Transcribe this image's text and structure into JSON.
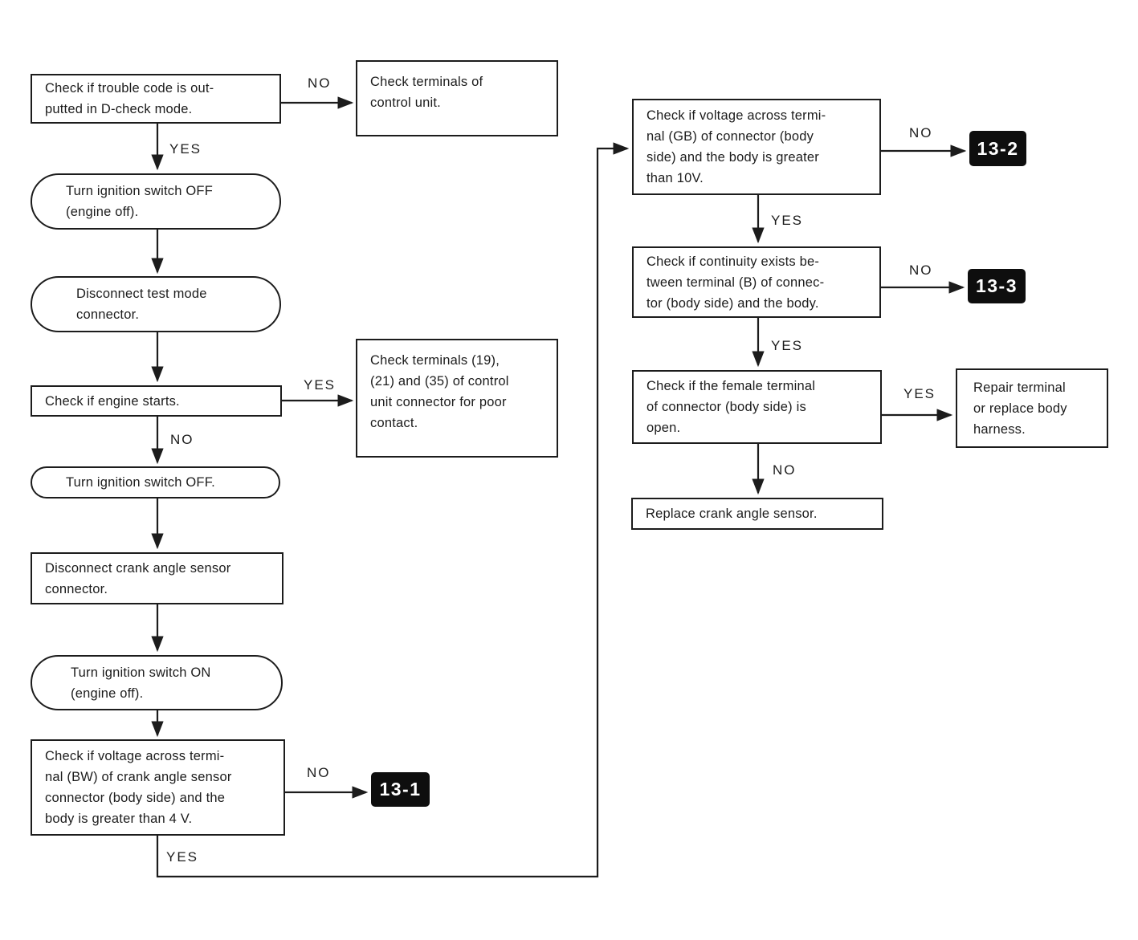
{
  "colors": {
    "ink": "#1c1c1c",
    "paper": "#ffffff",
    "badge_bg": "#0e0e0e",
    "badge_text": "#ffffff"
  },
  "nodes": {
    "trouble_code": {
      "shape": "rect",
      "lines": [
        "Check if trouble code is out-",
        "putted in D-check mode."
      ]
    },
    "check_terminals_control_unit": {
      "shape": "rect",
      "lines": [
        "Check terminals of",
        "control unit."
      ]
    },
    "ignition_off_engine_off": {
      "shape": "stadium",
      "lines": [
        "Turn ignition switch OFF",
        "(engine off)."
      ]
    },
    "disconnect_test_mode": {
      "shape": "stadium",
      "lines": [
        "Disconnect test mode",
        "connector."
      ]
    },
    "engine_starts": {
      "shape": "rect",
      "lines": [
        "Check if engine starts."
      ]
    },
    "check_terminals_19_21_35": {
      "shape": "rect",
      "lines": [
        "Check terminals (19),",
        "(21) and (35) of control",
        "unit connector for poor",
        "contact."
      ]
    },
    "ignition_off": {
      "shape": "stadium",
      "lines": [
        "Turn ignition switch OFF."
      ]
    },
    "disconnect_crank_sensor": {
      "shape": "rect",
      "lines": [
        "Disconnect crank angle sensor",
        "connector."
      ]
    },
    "ignition_on_engine_off": {
      "shape": "stadium",
      "lines": [
        "Turn ignition switch ON",
        "(engine off)."
      ]
    },
    "voltage_bw": {
      "shape": "rect",
      "lines": [
        "Check if voltage across termi-",
        "nal (BW) of crank angle sensor",
        "connector (body side) and the",
        "body is greater than 4 V."
      ]
    },
    "badge_13_1": {
      "shape": "badge",
      "text": "13-1"
    },
    "voltage_gb": {
      "shape": "rect",
      "lines": [
        "Check if voltage across termi-",
        "nal (GB) of connector (body",
        "side) and the body is greater",
        "than 10V."
      ]
    },
    "badge_13_2": {
      "shape": "badge",
      "text": "13-2"
    },
    "continuity_b": {
      "shape": "rect",
      "lines": [
        "Check if continuity exists be-",
        "tween terminal (B) of connec-",
        "tor (body side) and the body."
      ]
    },
    "badge_13_3": {
      "shape": "badge",
      "text": "13-3"
    },
    "female_terminal": {
      "shape": "rect",
      "lines": [
        "Check if the female terminal",
        "of connector (body side) is",
        "open."
      ]
    },
    "repair_terminal": {
      "shape": "rect",
      "lines": [
        "Repair terminal",
        "or replace body",
        "harness."
      ]
    },
    "replace_sensor": {
      "shape": "rect",
      "lines": [
        "Replace crank angle sensor."
      ]
    }
  },
  "edge_labels": {
    "no_trouble": "NO",
    "yes_trouble": "YES",
    "yes_engine": "YES",
    "no_engine": "NO",
    "no_voltage_bw": "NO",
    "yes_voltage_bw": "YES",
    "no_voltage_gb": "NO",
    "yes_voltage_gb": "YES",
    "no_continuity": "NO",
    "yes_continuity": "YES",
    "yes_female": "YES",
    "no_female": "NO"
  }
}
